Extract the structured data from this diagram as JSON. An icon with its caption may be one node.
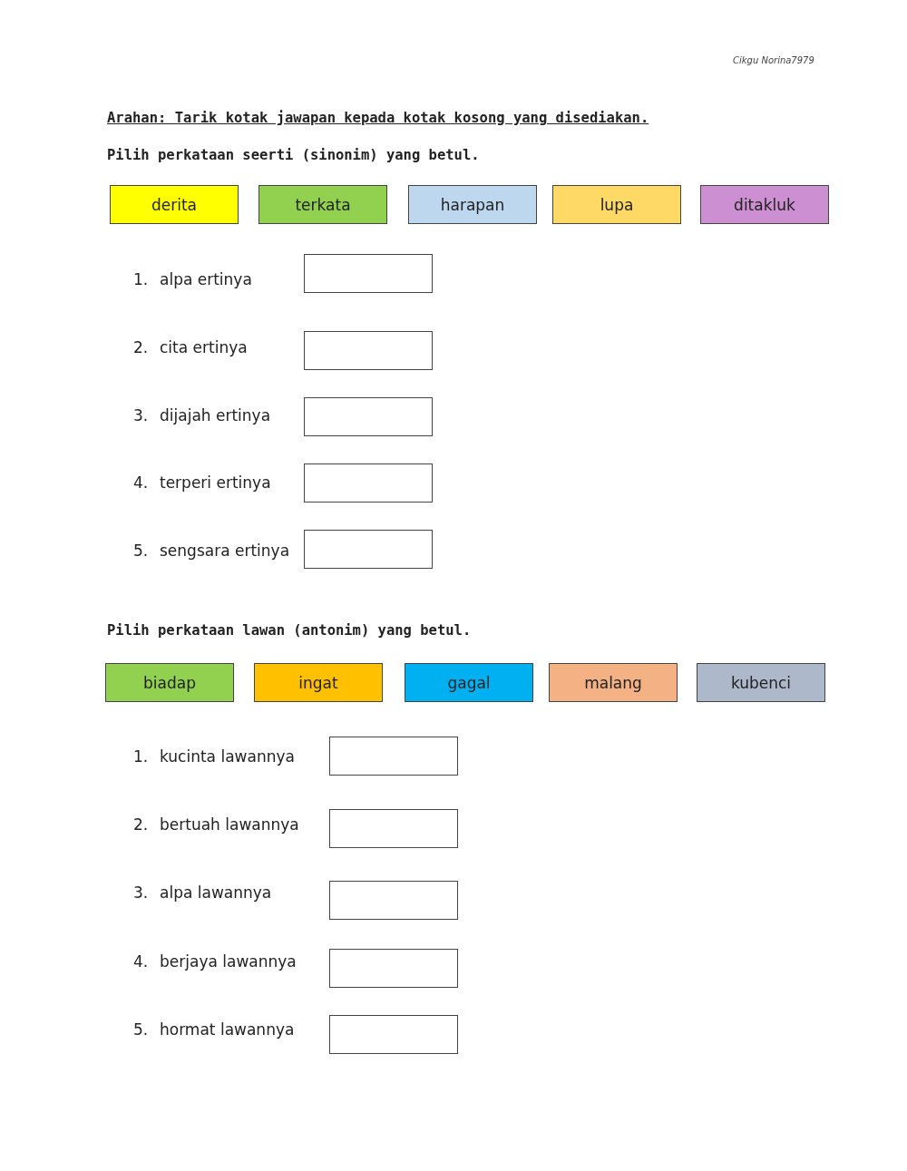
{
  "diagram": {
    "nodes": [
      {
        "text": [
          "derita"
        ]
      },
      {
        "text": [
          "terkata"
        ]
      },
      {
        "text": [
          "harapan"
        ]
      },
      {
        "text": [
          "lupa"
        ]
      },
      {
        "text": [
          "ditakluk"
        ]
      },
      {
        "text": [],
        "shape": "box"
      },
      {
        "text": [],
        "shape": "box"
      },
      {
        "text": [],
        "shape": "box"
      },
      {
        "text": [],
        "shape": "box"
      },
      {
        "text": [],
        "shape": "box"
      },
      {
        "text": [
          "biadap"
        ]
      },
      {
        "text": [
          "ingat"
        ]
      },
      {
        "text": [
          "gagal"
        ]
      },
      {
        "text": [
          "malang"
        ]
      },
      {
        "text": [
          "kubenci"
        ]
      },
      {
        "text": [],
        "shape": "box"
      },
      {
        "text": [],
        "shape": "box"
      },
      {
        "text": [],
        "shape": "box"
      },
      {
        "text": [],
        "shape": "box"
      },
      {
        "text": [],
        "shape": "box"
      }
    ],
    "labels": [
      "Cikgu Norina7979",
      "Arahan: Tarik kotak jawapan kepada kotak kosong yang disediakan.",
      "Pilih perkataan seerti (sinonim) yang betul.",
      "1.",
      "alpa ertinya",
      "2.",
      "cita ertinya",
      "3.",
      "dijajah ertinya",
      "4.",
      "terperi ertinya",
      "5.",
      "sengsara ertinya",
      "Pilih perkataan lawan (antonim) yang betul.",
      "1.",
      "kucinta lawannya",
      "2.",
      "bertuah lawannya",
      "3.",
      "alpa lawannya",
      "4.",
      "berjaya lawannya",
      "5.",
      "hormat lawannya"
    ]
  }
}
